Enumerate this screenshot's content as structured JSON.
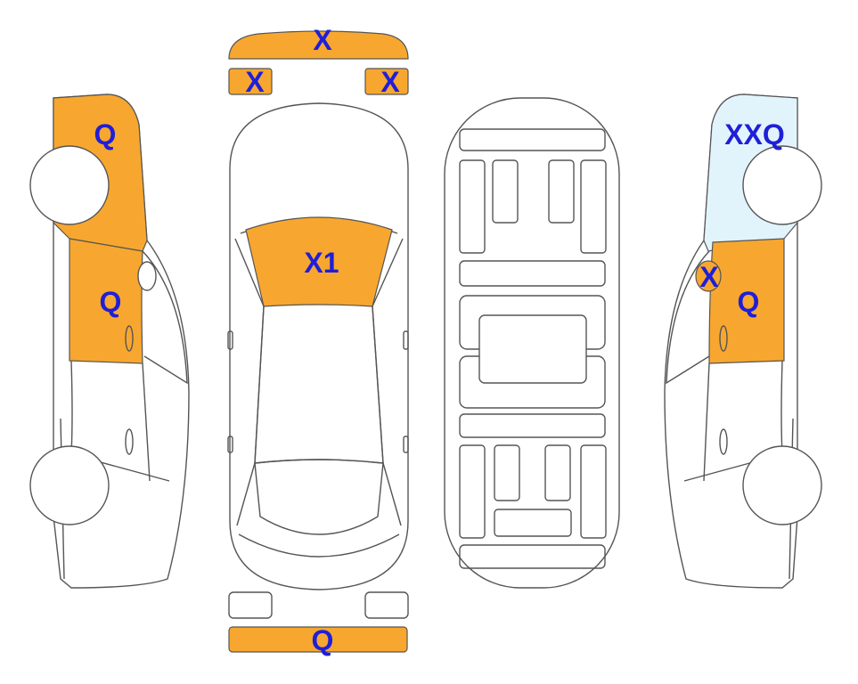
{
  "colors": {
    "damage": "#f7a72f",
    "light_blue": "#e2f4fb",
    "outline": "#555555",
    "label": "#1f1fd8"
  },
  "labels": {
    "front_bumper": "X",
    "headlight_left": "X",
    "headlight_right": "X",
    "left_front_fender": "Q",
    "left_front_door": "Q",
    "windshield": "X1",
    "right_front_fender": "XXQ",
    "right_mirror": "X",
    "right_front_door": "Q",
    "rear_bumper": "Q"
  }
}
